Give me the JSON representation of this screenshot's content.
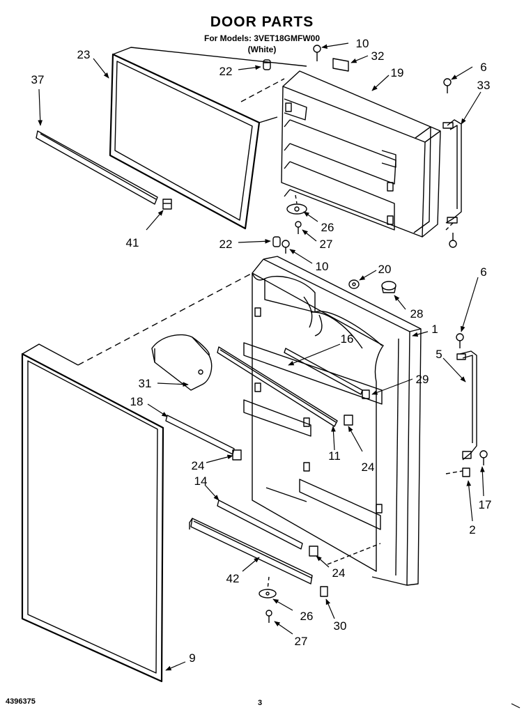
{
  "header": {
    "title": "DOOR PARTS",
    "models": "For Models: 3VET18GMFW00",
    "color": "(White)"
  },
  "footer": {
    "doc_number": "4396375",
    "page": "3"
  },
  "callouts": {
    "c23": "23",
    "c37": "37",
    "c41": "41",
    "c22a": "22",
    "c10a": "10",
    "c32": "32",
    "c19": "19",
    "c6a": "6",
    "c33": "33",
    "c26a": "26",
    "c27a": "27",
    "c22b": "22",
    "c10b": "10",
    "c20": "20",
    "c28": "28",
    "c6b": "6",
    "c1": "1",
    "c16": "16",
    "c5": "5",
    "c29": "29",
    "c31": "31",
    "c18": "18",
    "c24a": "24",
    "c24b": "24",
    "c11": "11",
    "c14": "14",
    "c17": "17",
    "c2": "2",
    "c24c": "24",
    "c42": "42",
    "c26b": "26",
    "c30": "30",
    "c27b": "27",
    "c9": "9"
  }
}
